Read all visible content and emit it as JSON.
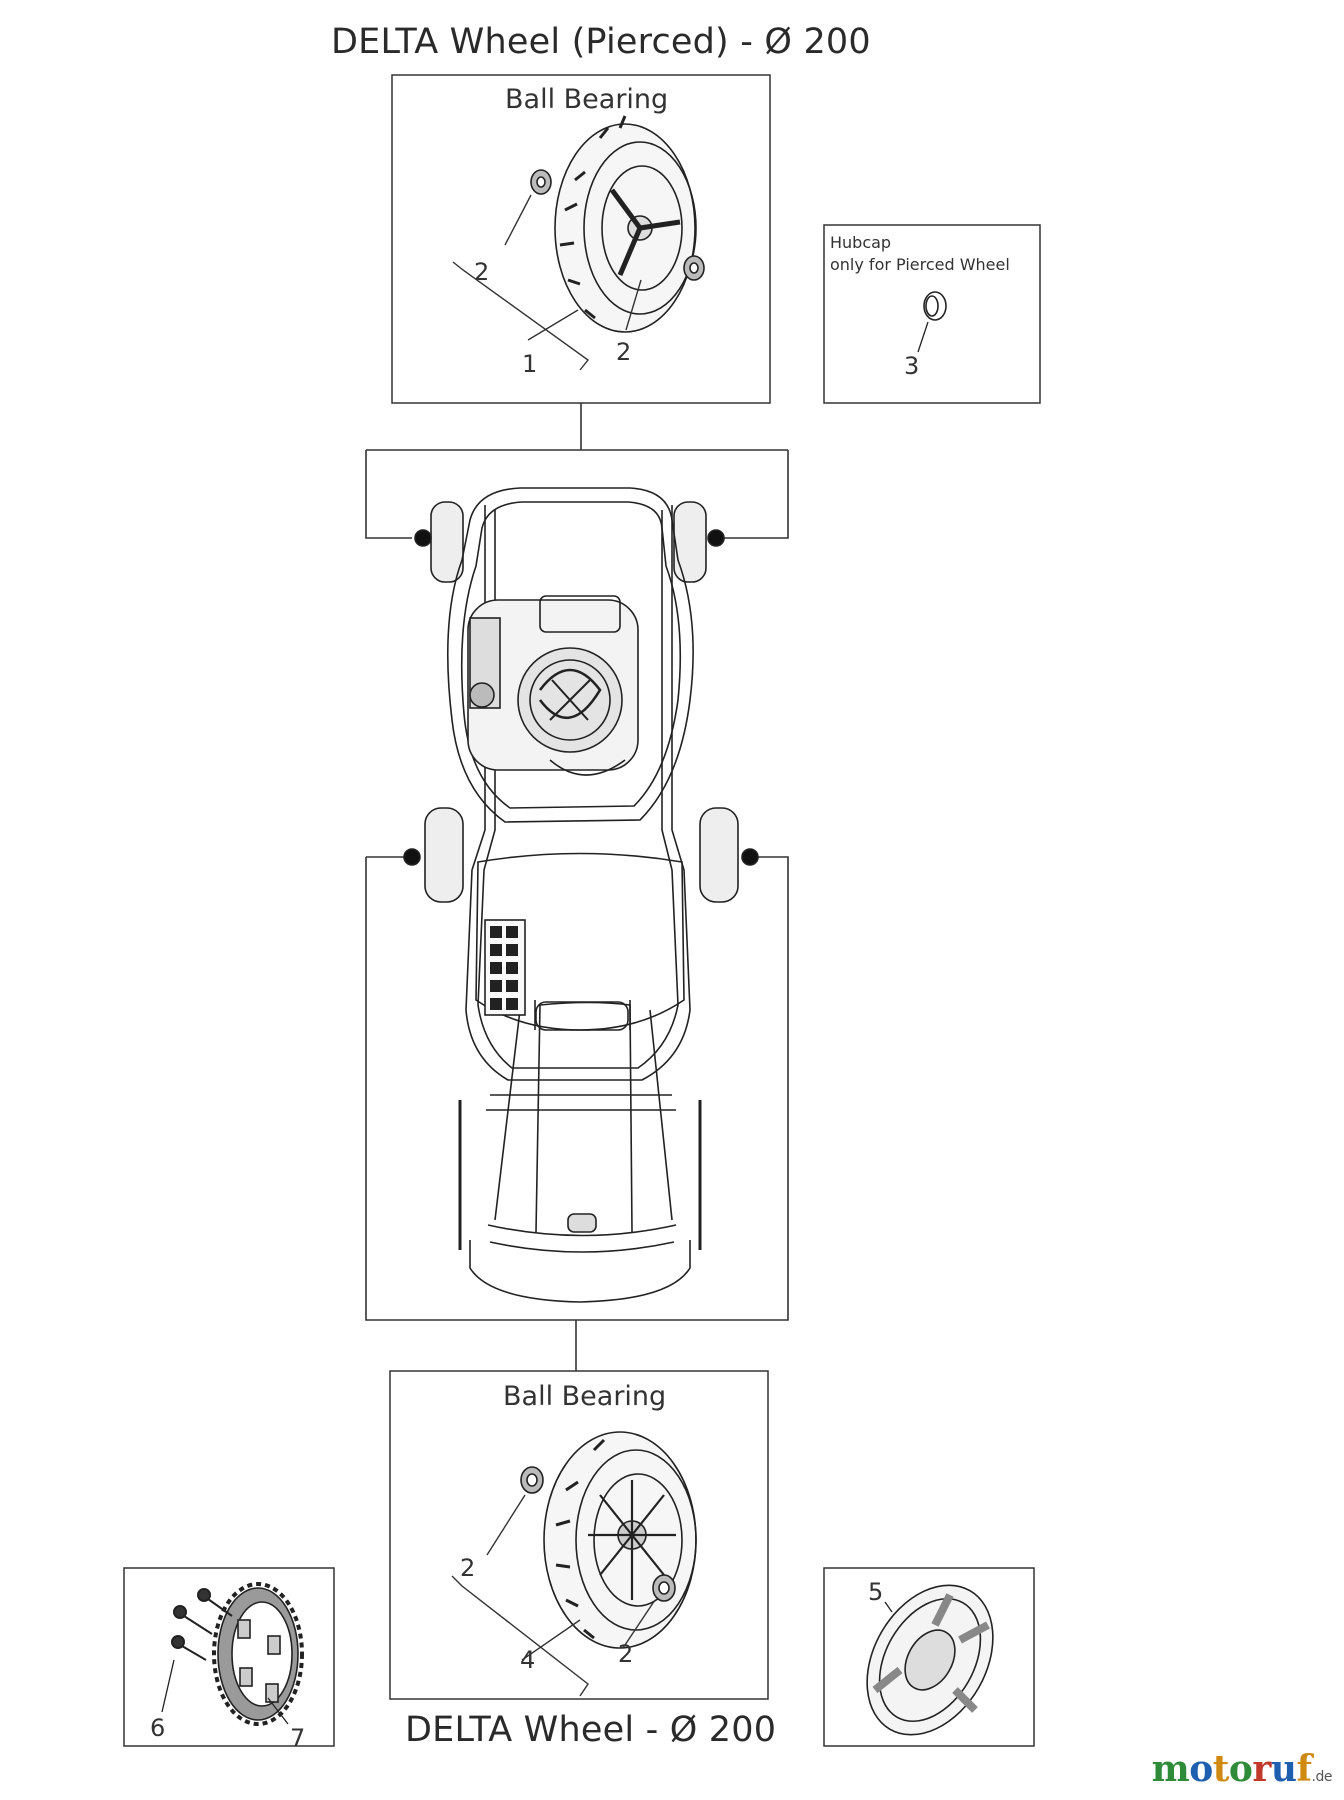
{
  "titles": {
    "top": "DELTA Wheel (Pierced) -  Ø 200",
    "bottom": "DELTA Wheel -  Ø 200"
  },
  "boxes": {
    "top_wheel": {
      "label": "Ball Bearing"
    },
    "bottom_wheel": {
      "label": "Ball Bearing"
    },
    "hubcap": {
      "line1": "Hubcap",
      "line2": "only for Pierced Wheel"
    }
  },
  "callouts": {
    "top_bearing_left": "2",
    "top_wheel": "1",
    "top_bearing_right": "2",
    "hubcap": "3",
    "bottom_bearing_left": "2",
    "bottom_wheel": "4",
    "bottom_bearing_right": "2",
    "cover": "5",
    "screws": "6",
    "gear": "7"
  },
  "logo": {
    "letters": [
      "m",
      "o",
      "t",
      "o",
      "r",
      "u",
      "f"
    ],
    "colors": [
      "#2e8b3a",
      "#1f5fb0",
      "#d08a12",
      "#2e8b3a",
      "#c0392b",
      "#1f5fb0",
      "#d08a12"
    ],
    "suffix": ".de"
  }
}
